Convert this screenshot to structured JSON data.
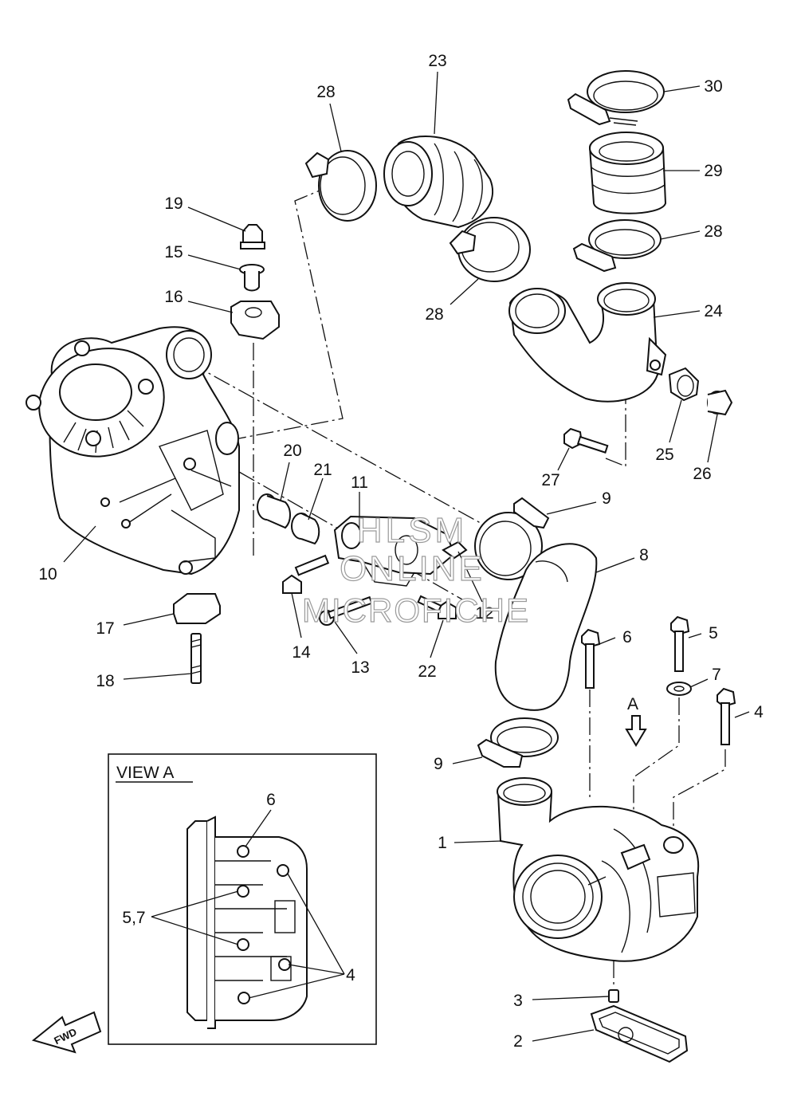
{
  "callouts": {
    "c1": "1",
    "c2": "2",
    "c3": "3",
    "c4": "4",
    "c5": "5",
    "c6": "6",
    "c7": "7",
    "c8": "8",
    "c9a": "9",
    "c9b": "9",
    "c10": "10",
    "c11": "11",
    "c12": "12",
    "c13": "13",
    "c14": "14",
    "c15": "15",
    "c16": "16",
    "c17": "17",
    "c18": "18",
    "c19": "19",
    "c20": "20",
    "c21": "21",
    "c22": "22",
    "c23": "23",
    "c24": "24",
    "c25": "25",
    "c26": "26",
    "c27": "27",
    "c28a": "28",
    "c28b": "28",
    "c28c": "28",
    "c29": "29",
    "c30": "30"
  },
  "view_a": {
    "title": "VIEW A",
    "label_6": "6",
    "label_57": "5,7",
    "label_4": "4"
  },
  "arrow_a_label": "A",
  "fwd_label": "FWD",
  "watermark": {
    "line1": "HLSM",
    "line2": "ONLINE",
    "line3": "MICROFICHE"
  }
}
